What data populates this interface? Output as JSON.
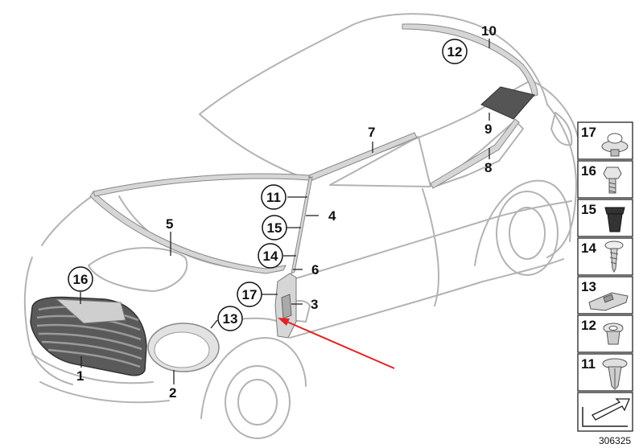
{
  "callouts": [
    {
      "id": "1",
      "label": "1",
      "circled": false
    },
    {
      "id": "2",
      "label": "2",
      "circled": false
    },
    {
      "id": "3",
      "label": "3",
      "circled": false
    },
    {
      "id": "4",
      "label": "4",
      "circled": false
    },
    {
      "id": "5",
      "label": "5",
      "circled": false
    },
    {
      "id": "6",
      "label": "6",
      "circled": false
    },
    {
      "id": "7",
      "label": "7",
      "circled": false
    },
    {
      "id": "8",
      "label": "8",
      "circled": false
    },
    {
      "id": "9",
      "label": "9",
      "circled": false
    },
    {
      "id": "10",
      "label": "10",
      "circled": false
    },
    {
      "id": "11",
      "label": "11",
      "circled": true
    },
    {
      "id": "12",
      "label": "12",
      "circled": true
    },
    {
      "id": "13",
      "label": "13",
      "circled": true
    },
    {
      "id": "14",
      "label": "14",
      "circled": true
    },
    {
      "id": "15",
      "label": "15",
      "circled": true
    },
    {
      "id": "16",
      "label": "16",
      "circled": true
    },
    {
      "id": "17",
      "label": "17",
      "circled": true
    }
  ],
  "legend": [
    {
      "label": "17",
      "icon": "rivet-icon"
    },
    {
      "label": "16",
      "icon": "hex-bolt-icon"
    },
    {
      "label": "15",
      "icon": "grommet-icon"
    },
    {
      "label": "14",
      "icon": "screw-icon"
    },
    {
      "label": "13",
      "icon": "clip-bracket-icon"
    },
    {
      "label": "12",
      "icon": "nut-icon"
    },
    {
      "label": "11",
      "icon": "expanding-clip-icon"
    }
  ],
  "image_id": "306325",
  "colors": {
    "car_outline": "#b3b3b3",
    "part_fill": "#d6d6d6",
    "dark_part": "#555555",
    "arrow": "#e52222",
    "text": "#111111"
  }
}
